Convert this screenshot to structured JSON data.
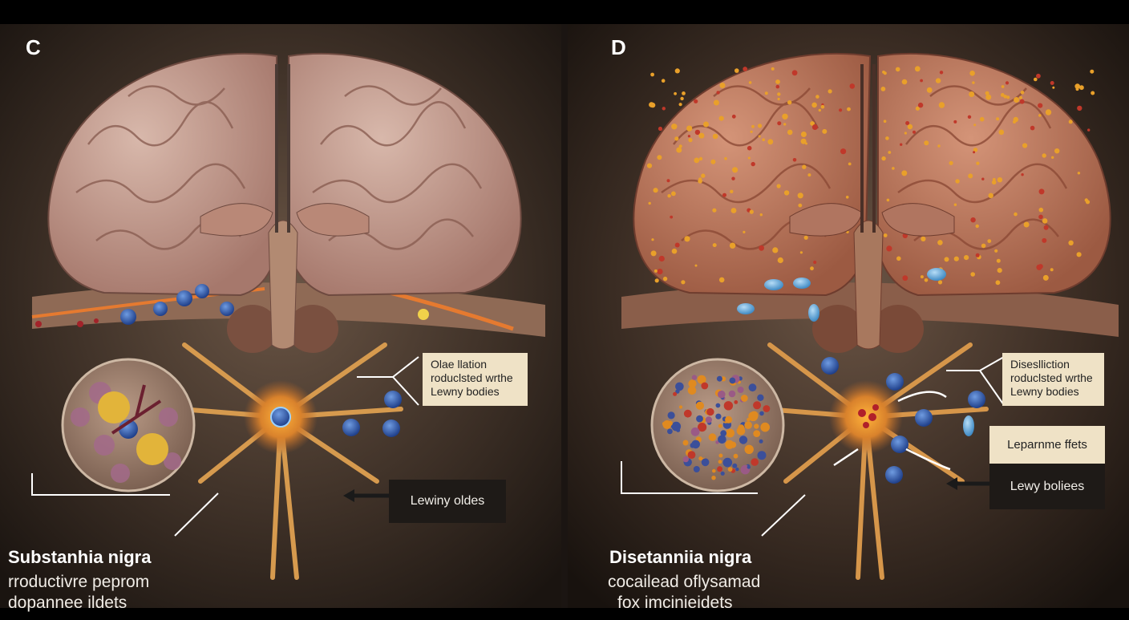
{
  "panel_c": {
    "letter": "C",
    "callout_lines": [
      "Olae llation",
      "roduclsted wrthe",
      "Lewny bodies"
    ],
    "arrow_label": "Lewiny oldes",
    "caption": {
      "title": "Substanhia nigra",
      "line1": "rroductivre peprom",
      "line2": "dopannee ildets"
    }
  },
  "panel_d": {
    "letter": "D",
    "callout_lines": [
      "Diseslliction",
      "roduclsted wrthe",
      "Lewny bodies"
    ],
    "box_top": "Leparnme ffets",
    "box_bottom": "Lewy boliees",
    "caption": {
      "title": "Disetanniia nigra",
      "line1": "cocailead oflysamad",
      "line2": "fox imcinieidets"
    }
  },
  "colors": {
    "background": "#3a2d24",
    "healthy_brain": "#c99f92",
    "affected_brain": "#c07a60",
    "neuron": "#c98a4a",
    "lewy_body_blue": "#2f5fb0",
    "aggregate_orange": "#e08a20"
  }
}
